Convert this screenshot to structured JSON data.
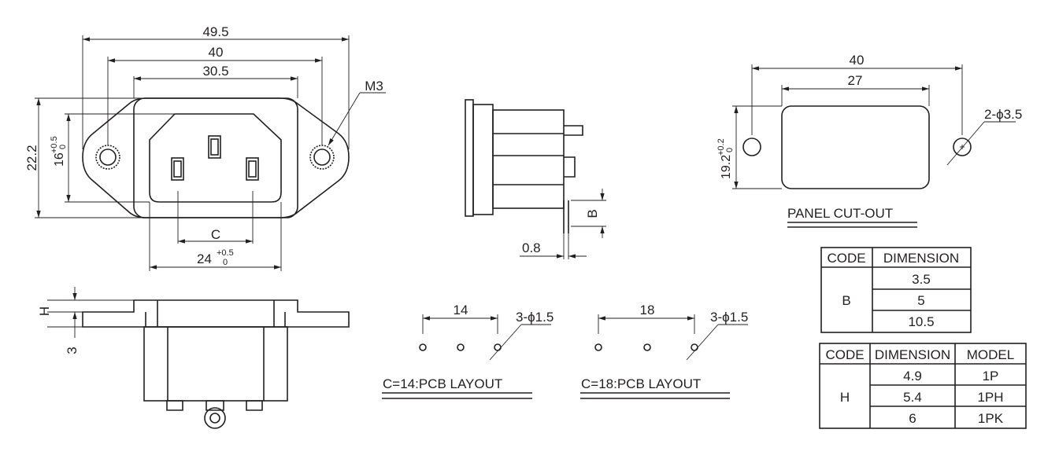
{
  "front_view": {
    "dim_overall": "49.5",
    "dim_holes": "40",
    "dim_body": "30.5",
    "dim_height": "22.2",
    "dim_opening_h": "16",
    "dim_opening_h_tol_upper": "+0.5",
    "dim_opening_h_tol_lower": "0",
    "dim_pin_spacing": "C",
    "dim_opening_w": "24",
    "dim_opening_w_tol_upper": "+0.5",
    "dim_opening_w_tol_lower": "0",
    "screw": "M3"
  },
  "side_view": {
    "dim_b": "B",
    "dim_thickness": "0.8"
  },
  "bottom_view": {
    "dim_h": "H",
    "dim_3": "3"
  },
  "panel_cutout": {
    "dim_holes": "40",
    "dim_width": "27",
    "dim_height": "19.2",
    "dim_height_tol_upper": "+0.2",
    "dim_height_tol_lower": "0",
    "hole_note": "2-ϕ3.5",
    "title": "PANEL CUT-OUT"
  },
  "pcb_layouts": [
    {
      "spacing": "14",
      "hole_note": "3-ϕ1.5",
      "title": "C=14:PCB LAYOUT"
    },
    {
      "spacing": "18",
      "hole_note": "3-ϕ1.5",
      "title": "C=18:PCB LAYOUT"
    }
  ],
  "table_b": {
    "headers": [
      "CODE",
      "DIMENSION"
    ],
    "code": "B",
    "rows": [
      "3.5",
      "5",
      "10.5"
    ]
  },
  "table_h": {
    "headers": [
      "CODE",
      "DIMENSION",
      "MODEL"
    ],
    "code": "H",
    "rows": [
      {
        "dimension": "4.9",
        "model": "1P"
      },
      {
        "dimension": "5.4",
        "model": "1PH"
      },
      {
        "dimension": "6",
        "model": "1PK"
      }
    ]
  }
}
